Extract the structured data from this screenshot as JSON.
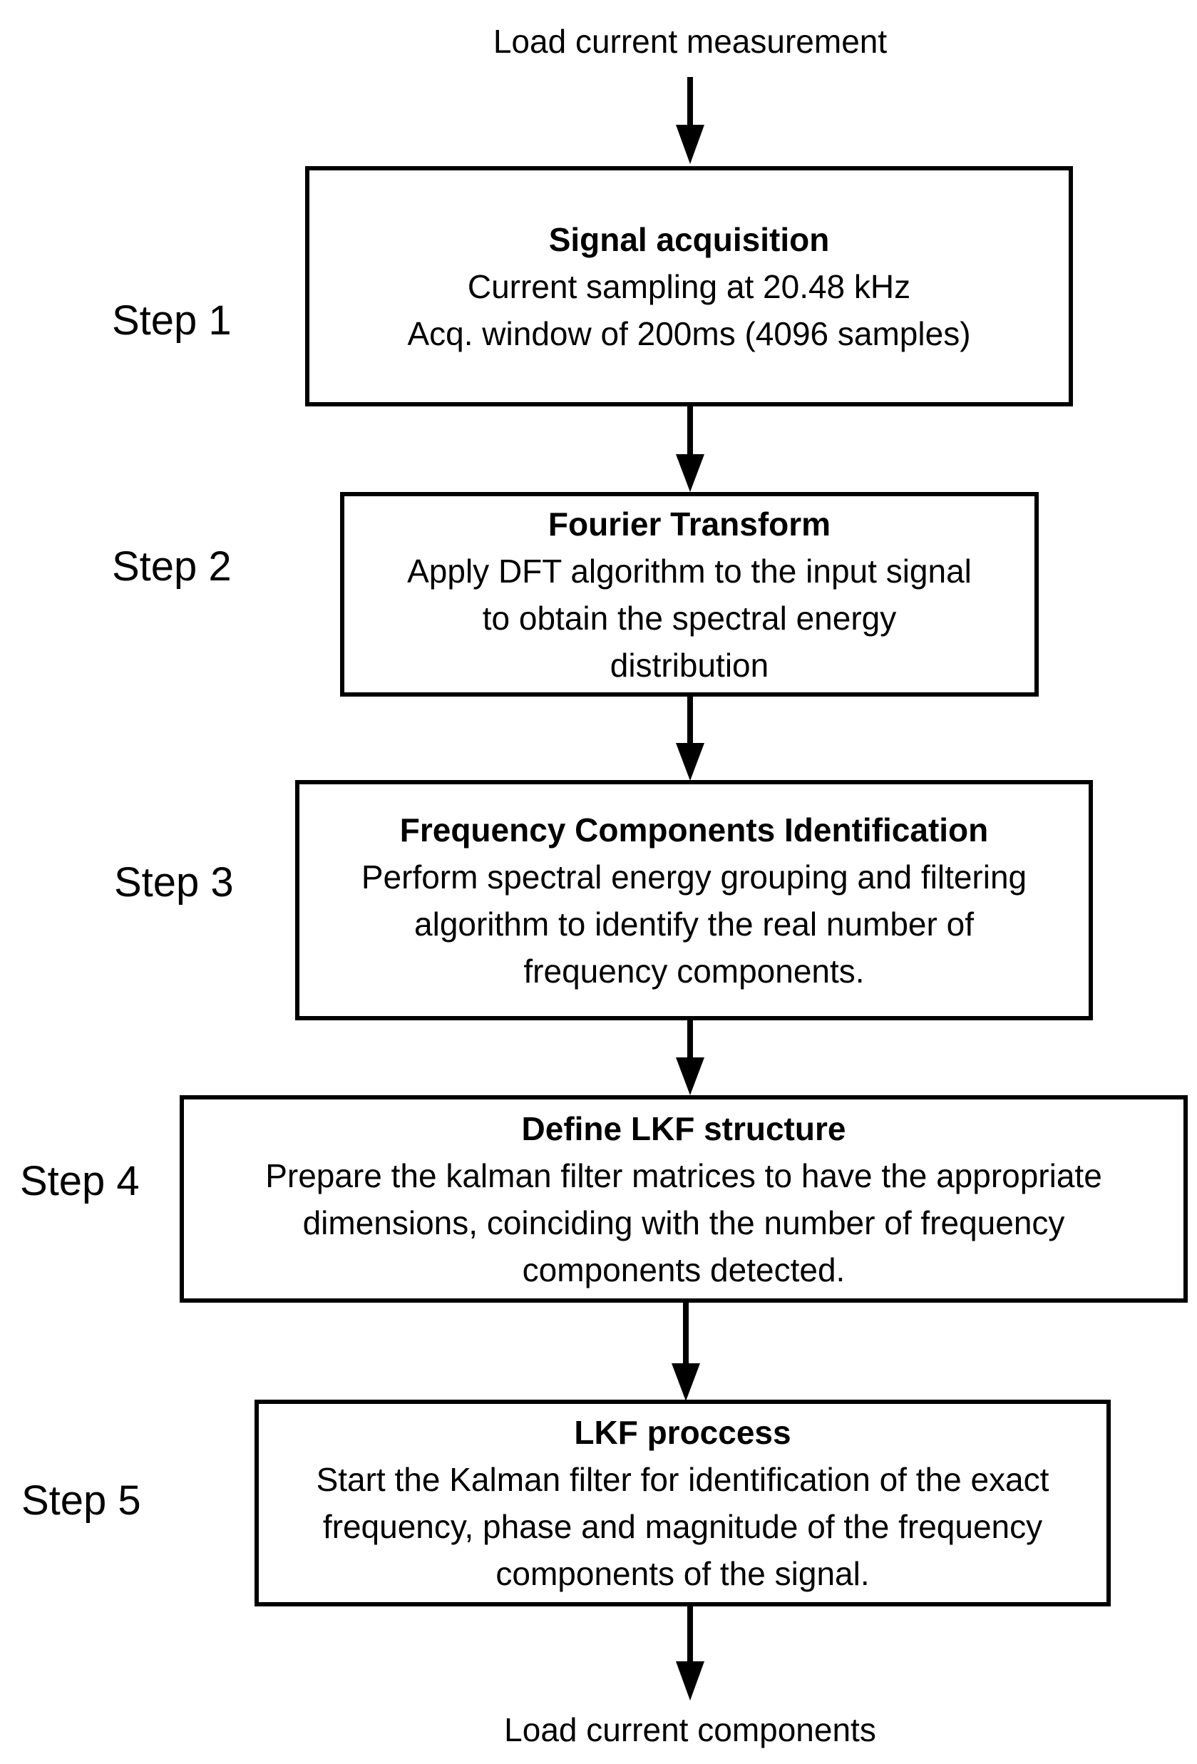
{
  "input_label": "Load current measurement",
  "output_label": "Load current components",
  "steps": [
    {
      "label": "Step 1",
      "title": "Signal acquisition",
      "lines": [
        "Current sampling at 20.48 kHz",
        "Acq. window of 200ms (4096 samples)"
      ]
    },
    {
      "label": "Step 2",
      "title": "Fourier Transform",
      "lines": [
        "Apply DFT algorithm to the input signal",
        "to obtain the spectral energy",
        "distribution"
      ]
    },
    {
      "label": "Step 3",
      "title": "Frequency Components Identification",
      "lines": [
        "Perform spectral energy grouping and filtering",
        "algorithm to identify the real number of",
        "frequency components."
      ]
    },
    {
      "label": "Step 4",
      "title": "Define LKF structure",
      "lines": [
        "Prepare the kalman filter matrices to have the appropriate",
        "dimensions, coinciding with the number of frequency",
        "components detected."
      ]
    },
    {
      "label": "Step 5",
      "title": "LKF proccess",
      "lines": [
        "Start the Kalman filter for identification of the exact",
        "frequency, phase and magnitude of the frequency",
        "components of the signal."
      ]
    }
  ]
}
